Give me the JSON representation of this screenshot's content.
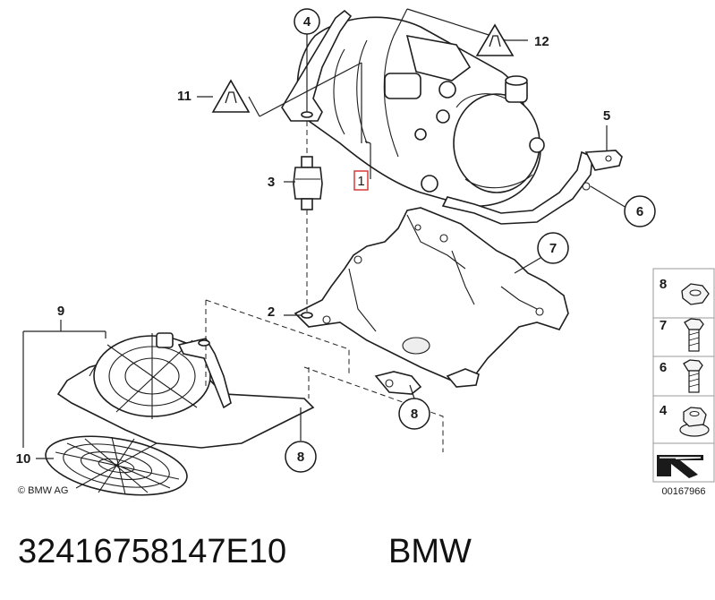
{
  "callouts": {
    "c1": "1",
    "c2": "2",
    "c3": "3",
    "c4": "4",
    "c5": "5",
    "c6": "6",
    "c7": "7",
    "c8a": "8",
    "c8b": "8",
    "c9": "9",
    "c10": "10",
    "c11": "11",
    "c12": "12"
  },
  "legend": {
    "items": [
      "8",
      "7",
      "6",
      "4"
    ],
    "diagram_code": "00167966"
  },
  "copyright": "© BMW AG",
  "footer": {
    "part_number": "32416758147E10",
    "brand": "BMW"
  }
}
